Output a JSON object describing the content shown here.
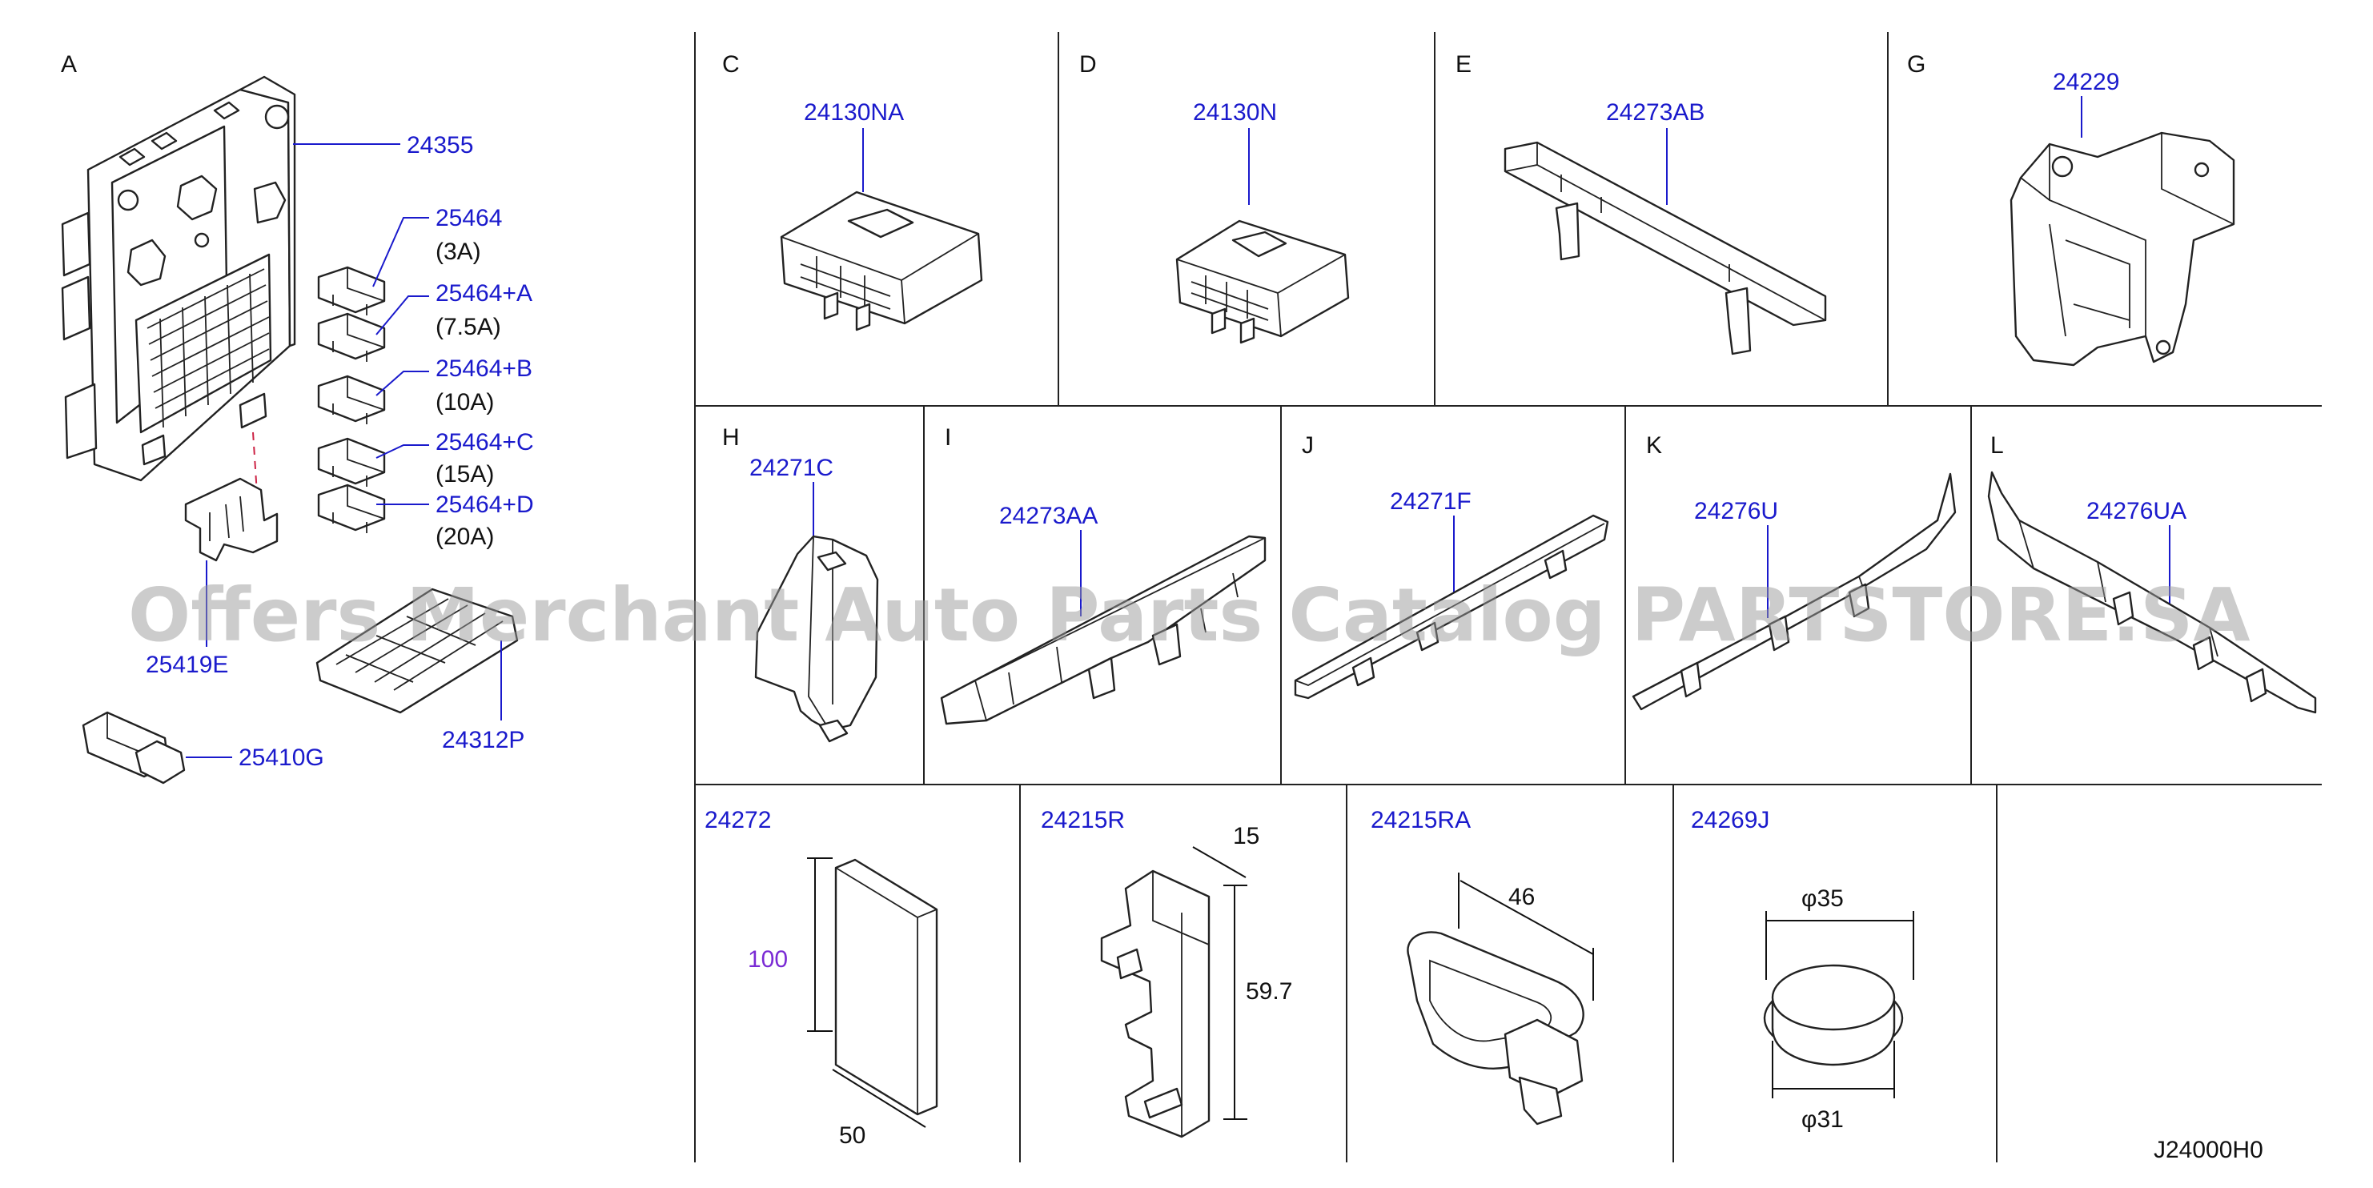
{
  "diagram": {
    "code": "J24000H0",
    "watermark": "Offers Merchant Auto Parts Catalog PARTSTORE.SA",
    "colors": {
      "part_number": "#1a1acc",
      "line": "#222222",
      "dimension_100": "#7a2ad4"
    },
    "sections": {
      "A": {
        "letter": "A",
        "parts": {
          "p24355": "24355",
          "p25464": "25464",
          "p25464_cap": "(3A)",
          "p25464a": "25464+A",
          "p25464a_cap": "(7.5A)",
          "p25464b": "25464+B",
          "p25464b_cap": "(10A)",
          "p25464c": "25464+C",
          "p25464c_cap": "(15A)",
          "p25464d": "25464+D",
          "p25464d_cap": "(20A)",
          "p25419e": "25419E",
          "p24312p": "24312P",
          "p25410g": "25410G"
        }
      },
      "C": {
        "letter": "C",
        "part": "24130NA"
      },
      "D": {
        "letter": "D",
        "part": "24130N"
      },
      "E": {
        "letter": "E",
        "part": "24273AB"
      },
      "G": {
        "letter": "G",
        "part": "24229"
      },
      "H": {
        "letter": "H",
        "part": "24271C"
      },
      "I": {
        "letter": "I",
        "part": "24273AA"
      },
      "J": {
        "letter": "J",
        "part": "24271F"
      },
      "K": {
        "letter": "K",
        "part": "24276U"
      },
      "L": {
        "letter": "L",
        "part": "24276UA"
      },
      "M1": {
        "part": "24272",
        "dims": {
          "height": "100",
          "width": "50"
        }
      },
      "M2": {
        "part": "24215R",
        "dims": {
          "depth": "15",
          "height": "59.7"
        }
      },
      "M3": {
        "part": "24215RA",
        "dims": {
          "length": "46"
        }
      },
      "M4": {
        "part": "24269J",
        "dims": {
          "outer": "φ35",
          "inner": "φ31"
        }
      }
    }
  }
}
